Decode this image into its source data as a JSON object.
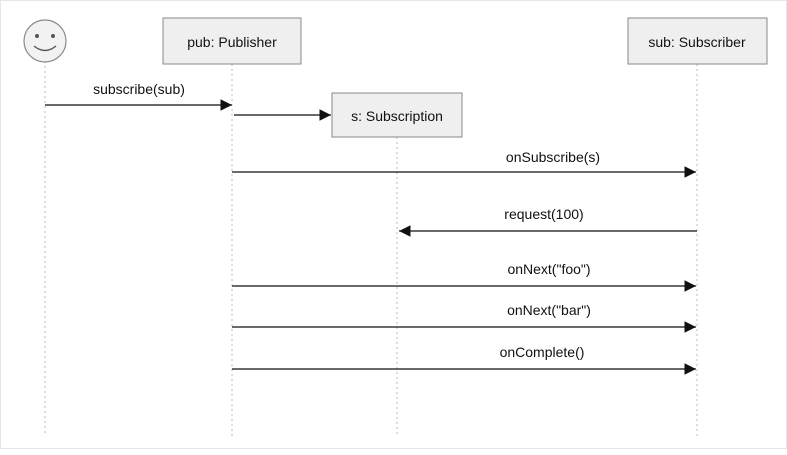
{
  "actors": {
    "user": {
      "icon": "smiley-actor-icon"
    },
    "publisher": {
      "label": "pub: Publisher"
    },
    "subscription": {
      "label": "s: Subscription"
    },
    "subscriber": {
      "label": "sub: Subscriber"
    }
  },
  "messages": [
    {
      "label": "subscribe(sub)",
      "from": "user",
      "to": "publisher"
    },
    {
      "label": "",
      "from": "publisher",
      "to": "subscription"
    },
    {
      "label": "onSubscribe(s)",
      "from": "publisher",
      "to": "subscriber"
    },
    {
      "label": "request(100)",
      "from": "subscriber",
      "to": "subscription"
    },
    {
      "label": "onNext(\"foo\")",
      "from": "publisher",
      "to": "subscriber"
    },
    {
      "label": "onNext(\"bar\")",
      "from": "publisher",
      "to": "subscriber"
    },
    {
      "label": "onComplete()",
      "from": "publisher",
      "to": "subscriber"
    }
  ],
  "colors": {
    "box_fill": "#efefef",
    "box_border": "#8a8a8a",
    "lifeline": "#b9b9b9",
    "arrow": "#111111"
  }
}
